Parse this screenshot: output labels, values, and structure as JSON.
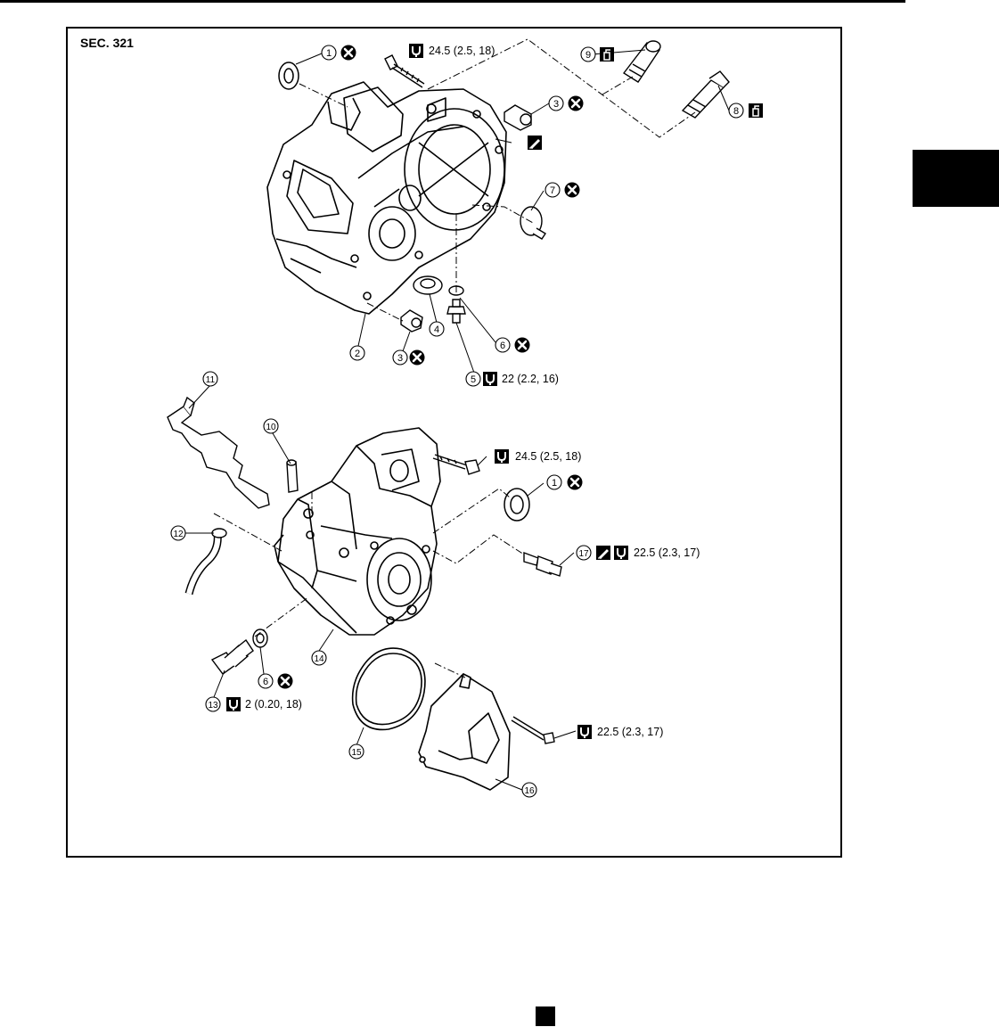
{
  "section_label": "SEC. 321",
  "torque_labels": {
    "t1": "24.5 (2.5, 18)",
    "t2": "22 (2.2, 16)",
    "t3": "24.5 (2.5, 18)",
    "t4": "22.5 (2.3, 17)",
    "t5": "2 (0.20, 18)",
    "t6": "22.5 (2.3, 17)"
  },
  "callouts": [
    "1",
    "2",
    "3",
    "4",
    "5",
    "6",
    "7",
    "8",
    "9",
    "10",
    "11",
    "12",
    "13",
    "14",
    "15",
    "16",
    "17"
  ],
  "icons": {
    "torque": "torque-wrench-icon",
    "discard": "do-not-reuse-icon",
    "sealant": "sealant-icon",
    "fluid": "apply-fluid-icon"
  }
}
